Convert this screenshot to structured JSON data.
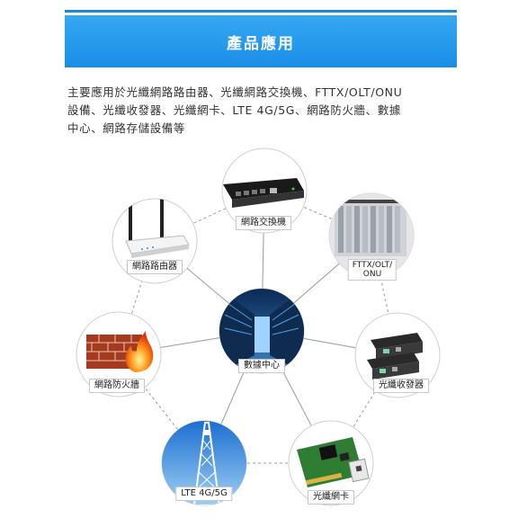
{
  "header": {
    "title": "產品應用"
  },
  "description": {
    "lines": [
      "主要應用於光纖網路路由器、光纖網路交換機、FTTX/OLT/ONU",
      "設備、光纖收發器、光纖網卡、LTE 4G/5G、網路防火牆、數據",
      "中心、網路存儲設備等"
    ]
  },
  "nodes": {
    "switch": {
      "label": "網路交換機",
      "icon": "network-switch-icon"
    },
    "olt": {
      "label": "FTTX/OLT/\nONU",
      "icon": "olt-rack-icon"
    },
    "router": {
      "label": "網路路由器",
      "icon": "wifi-router-icon"
    },
    "datacenter": {
      "label": "數據中心",
      "icon": "server-aisle-icon"
    },
    "firewall": {
      "label": "網路防火牆",
      "icon": "firewall-icon"
    },
    "transceiver": {
      "label": "光纖收發器",
      "icon": "media-converter-icon"
    },
    "lte": {
      "label": "LTE 4G/5G",
      "icon": "cell-tower-icon"
    },
    "nic": {
      "label": "光纖網卡",
      "icon": "network-card-icon"
    }
  },
  "colors": {
    "accent": "#1a8ee6",
    "line": "#9a9a9a"
  }
}
